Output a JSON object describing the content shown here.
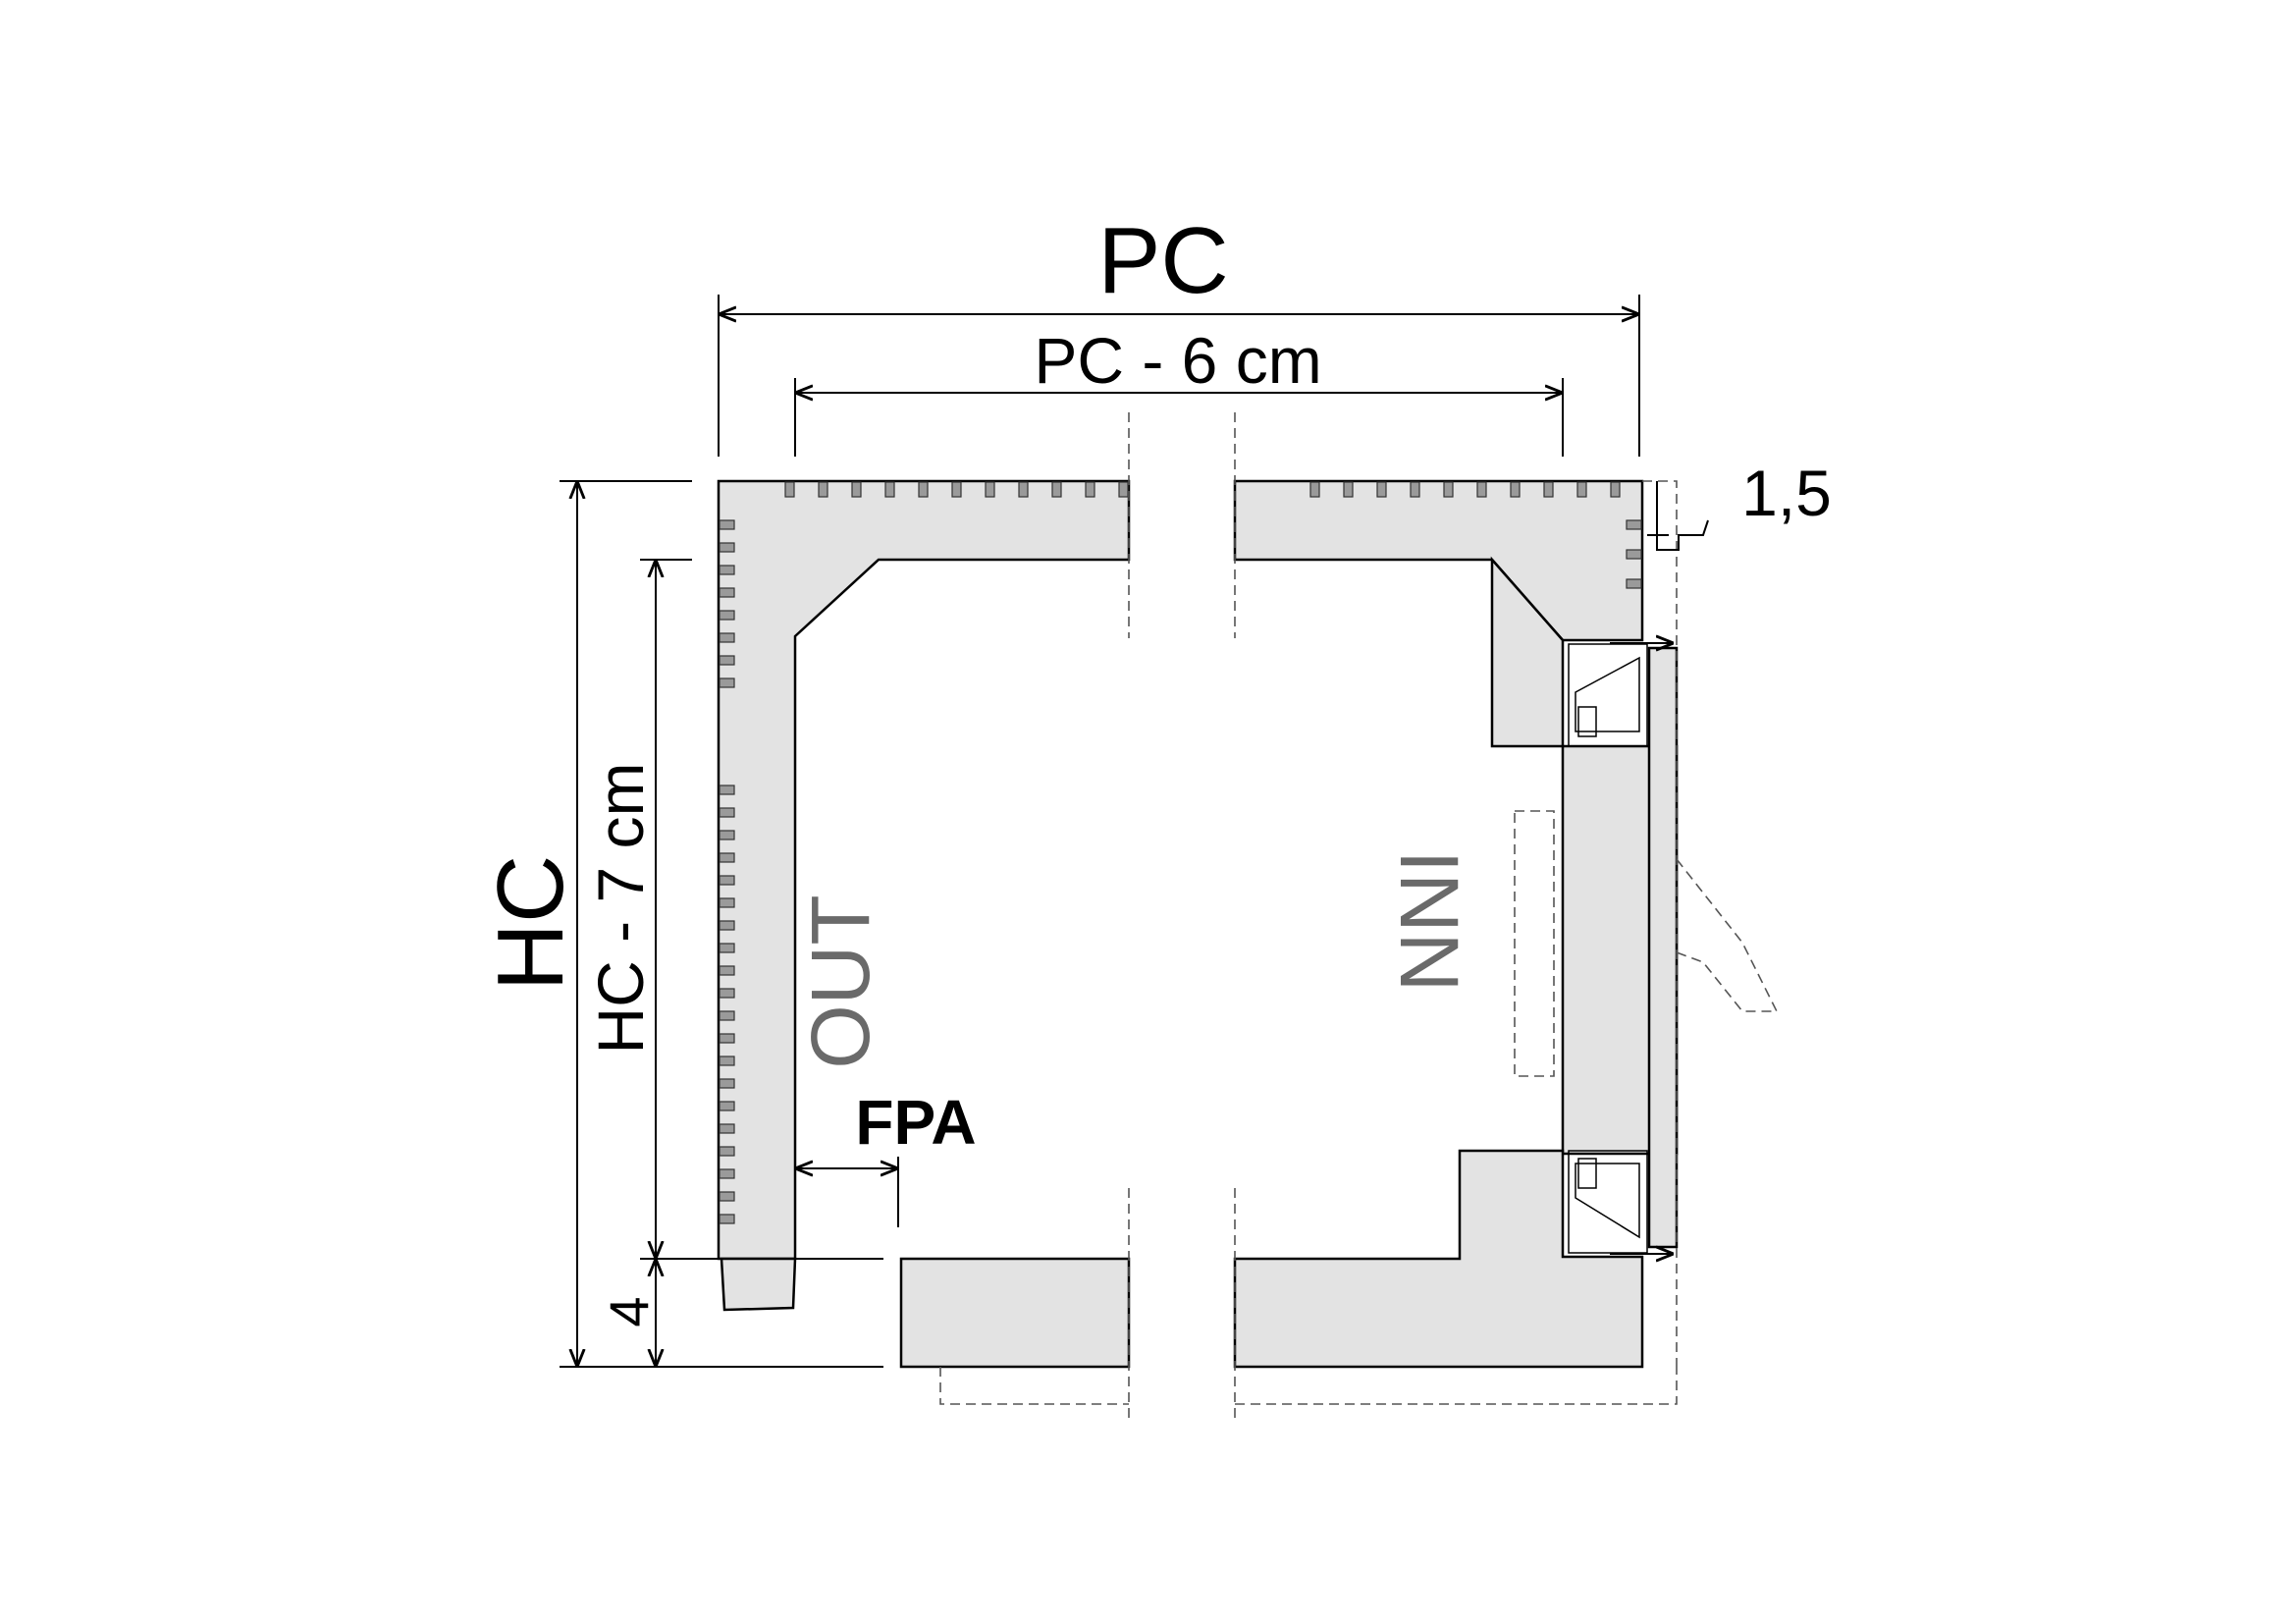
{
  "labels": {
    "pc": "PC",
    "pc_minus": "PC - 6 cm",
    "hc": "HC",
    "hc_minus": "HC - 7 cm",
    "dim_15": "1,5",
    "dim_4": "4",
    "fpa": "FPA",
    "out": "OUT",
    "inn": "INN"
  },
  "colors": {
    "wall_fill": "#e3e3e3",
    "outline": "#000000",
    "side_label": "#6a6a6a"
  }
}
